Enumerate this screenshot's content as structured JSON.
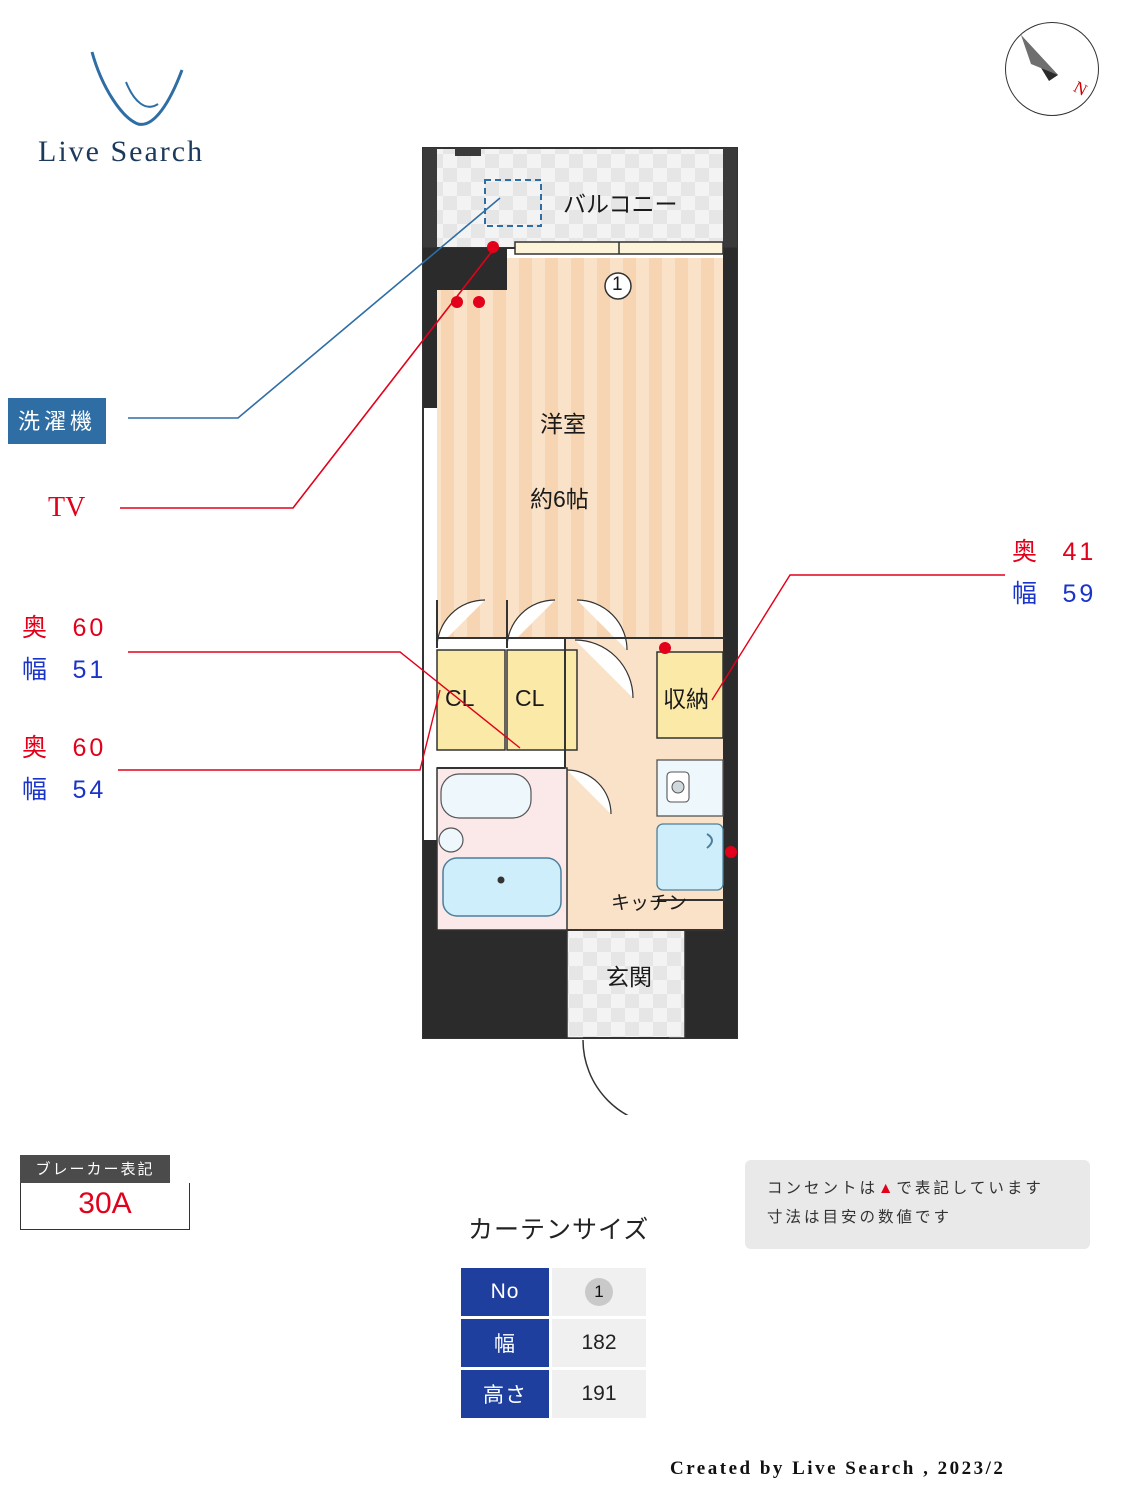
{
  "logo": {
    "text": "Live Search"
  },
  "compass": {
    "north_label": "N"
  },
  "floorplan": {
    "rooms": [
      {
        "name": "balcony",
        "label": "バルコニー"
      },
      {
        "name": "western-room",
        "label": "洋室",
        "size": "約6帖"
      },
      {
        "name": "closet-1",
        "label": "CL"
      },
      {
        "name": "closet-2",
        "label": "CL"
      },
      {
        "name": "storage",
        "label": "収納"
      },
      {
        "name": "kitchen",
        "label": "キッチン"
      },
      {
        "name": "entrance",
        "label": "玄関"
      }
    ],
    "window_marker": "1"
  },
  "callouts": {
    "washer": "洗濯機",
    "tv": "TV",
    "closet_upper": {
      "depth_label": "奥",
      "depth": "60",
      "width_label": "幅",
      "width": "51"
    },
    "closet_lower": {
      "depth_label": "奥",
      "depth": "60",
      "width_label": "幅",
      "width": "54"
    },
    "storage": {
      "depth_label": "奥",
      "depth": "41",
      "width_label": "幅",
      "width": "59"
    }
  },
  "breaker": {
    "title": "ブレーカー表記",
    "value": "30A"
  },
  "notes": {
    "line1_prefix": "コンセントは",
    "line1_suffix": "で表記しています",
    "line2": "寸法は目安の数値です"
  },
  "curtain": {
    "title": "カーテンサイズ",
    "rows": [
      {
        "header": "No",
        "value": "1"
      },
      {
        "header": "幅",
        "value": "182"
      },
      {
        "header": "高さ",
        "value": "191"
      }
    ]
  },
  "footer": "Created by Live Search , 2023/2",
  "colors": {
    "red": "#e2001a",
    "blue": "#1a33c8",
    "table_header": "#1f3f9e",
    "washer_badge": "#2f6ea5"
  }
}
